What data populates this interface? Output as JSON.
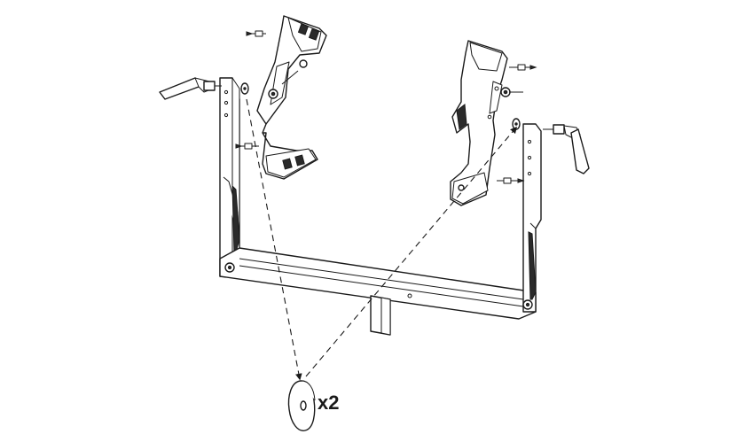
{
  "quantity_label": "x2",
  "colors": {
    "line": "#1a1a1a",
    "fill": "#ffffff",
    "dark": "#2a2a2a"
  },
  "parts": [
    "frame-bracket",
    "left-hinge-plate",
    "right-hinge-plate",
    "left-lever-knob",
    "right-lever-knob",
    "washer"
  ]
}
